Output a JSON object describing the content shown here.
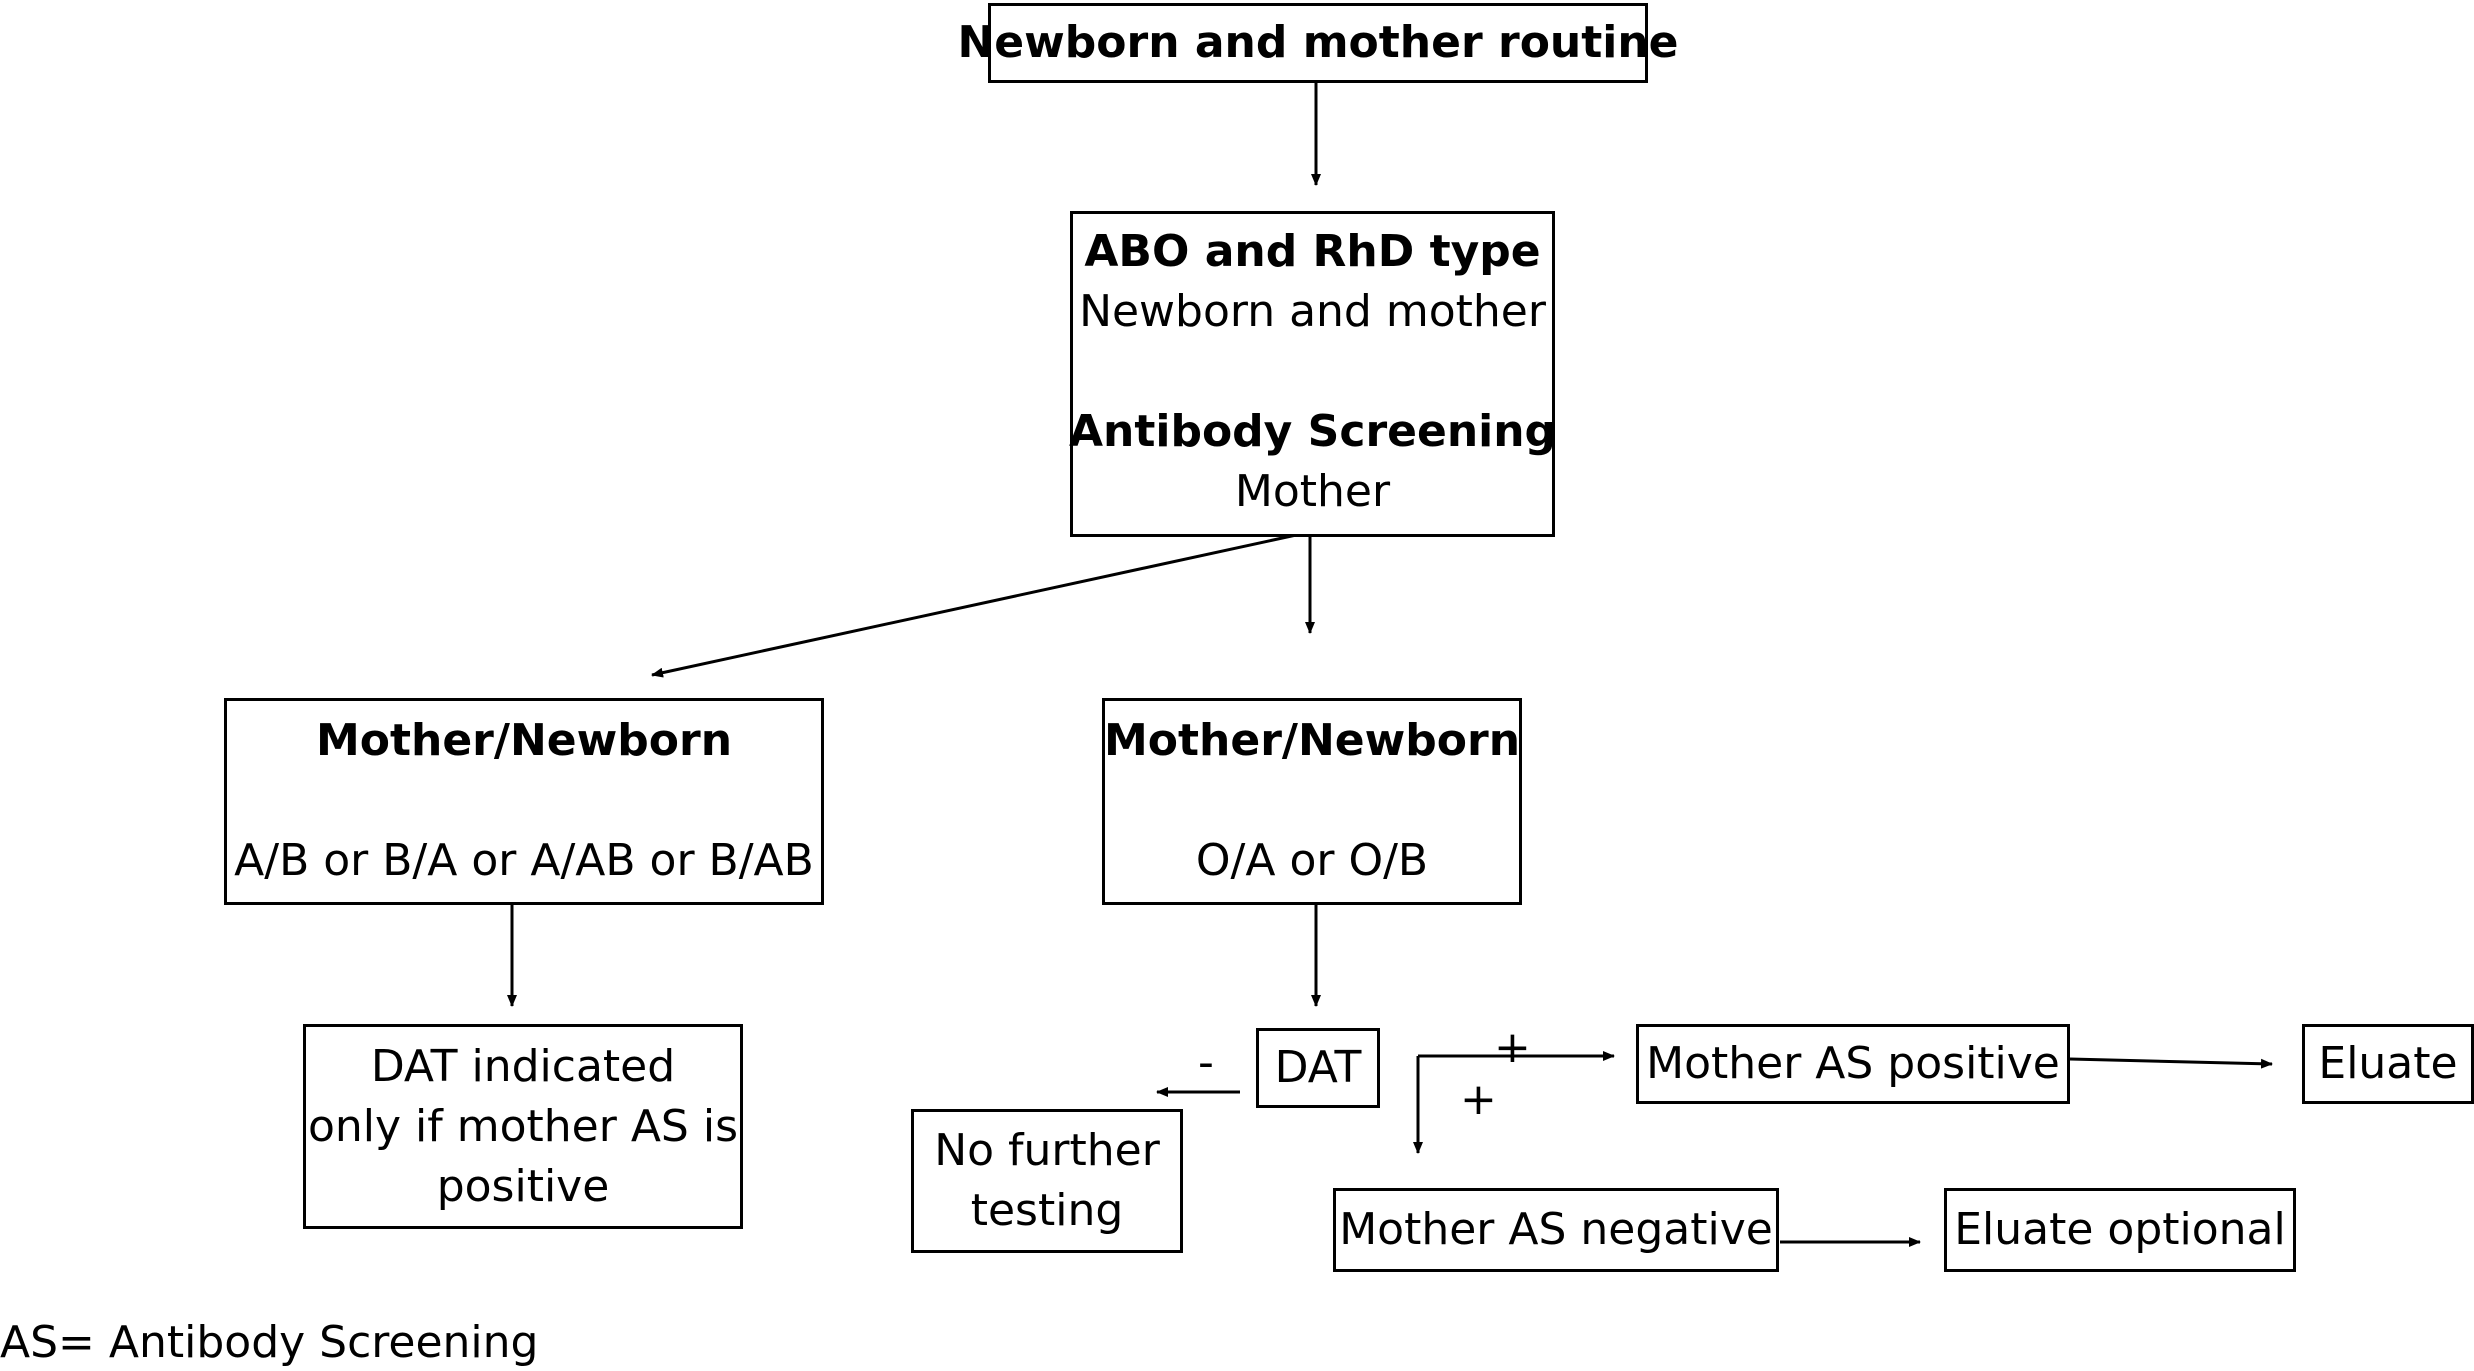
{
  "nodes": {
    "routine": {
      "title": "Newborn and mother routine"
    },
    "typing": {
      "title1": "ABO and RhD type",
      "text1": "Newborn and mother",
      "title2": "Antibody Screening",
      "text2": "Mother"
    },
    "compatible": {
      "title": "Mother/Newborn",
      "text": "A/B or B/A or A/AB or B/AB"
    },
    "incompatible": {
      "title": "Mother/Newborn",
      "text": "O/A or O/B"
    },
    "dat_indicated": {
      "line1": "DAT indicated",
      "line2": "only if mother AS is",
      "line3": "positive"
    },
    "dat": {
      "title": "DAT"
    },
    "no_further": {
      "line1": "No further",
      "line2": "testing"
    },
    "as_positive": {
      "title": "Mother AS positive"
    },
    "eluate": {
      "title": "Eluate"
    },
    "as_negative": {
      "title": "Mother AS negative"
    },
    "eluate_optional": {
      "title": "Eluate optional"
    }
  },
  "edge_labels": {
    "dat_minus": "-",
    "dat_plus_upper": "+",
    "dat_plus_lower": "+"
  },
  "footnote": "AS= Antibody Screening"
}
